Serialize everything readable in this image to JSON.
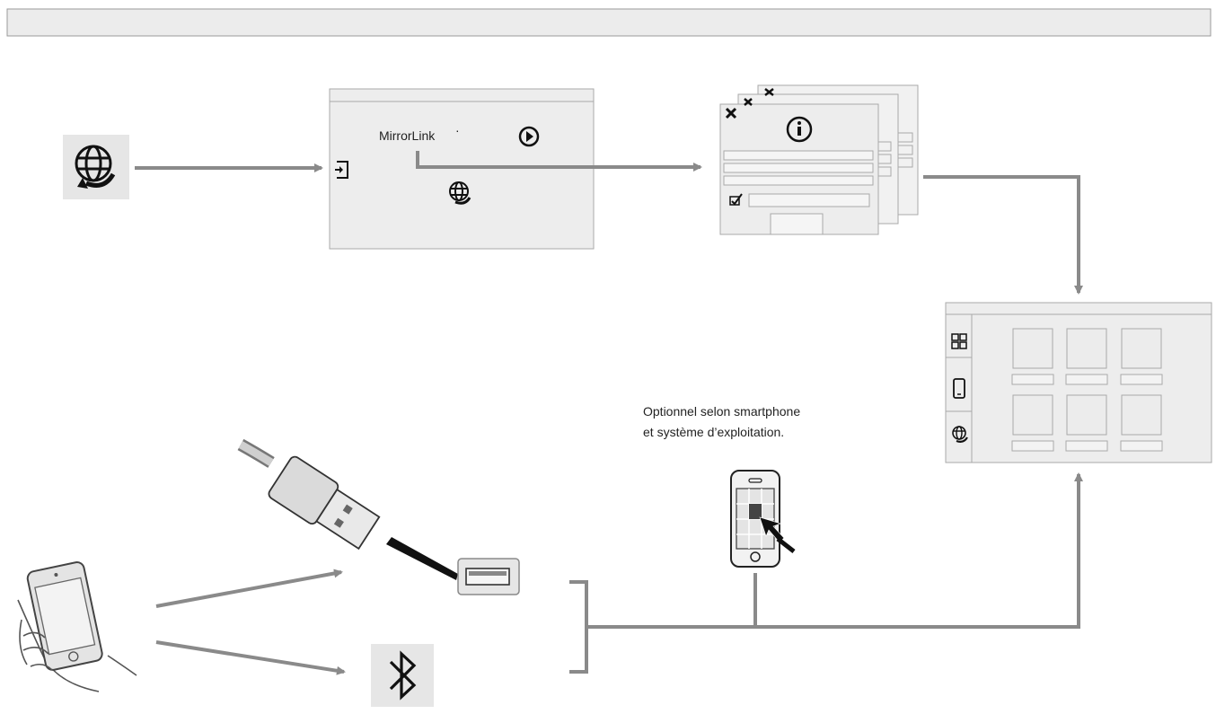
{
  "brand": {
    "mirrorlink": "MirrorLink",
    "trademark": "·"
  },
  "caption": {
    "line1": "Optionnel selon smartphone",
    "line2": "et système d’exploitation."
  },
  "icons": {
    "connect_app": "globe-refresh-icon",
    "exit": "exit-door-icon",
    "play": "play-icon",
    "info": "info-icon",
    "close": "close-icon",
    "checkbox": "checkbox-icon",
    "grid": "grid-icon",
    "smartphone": "smartphone-icon",
    "bluetooth": "bluetooth-icon",
    "usb_plug": "usb-plug-icon",
    "usb_port": "usb-port-icon",
    "hand_phone": "hand-phone-icon",
    "touch_phone": "touch-phone-icon"
  },
  "colors": {
    "arrow": "#8a8a8a",
    "panel": "#ededed",
    "panel_border": "#a9a9a9",
    "icon_tile": "#e6e6e6",
    "text": "#222222"
  }
}
